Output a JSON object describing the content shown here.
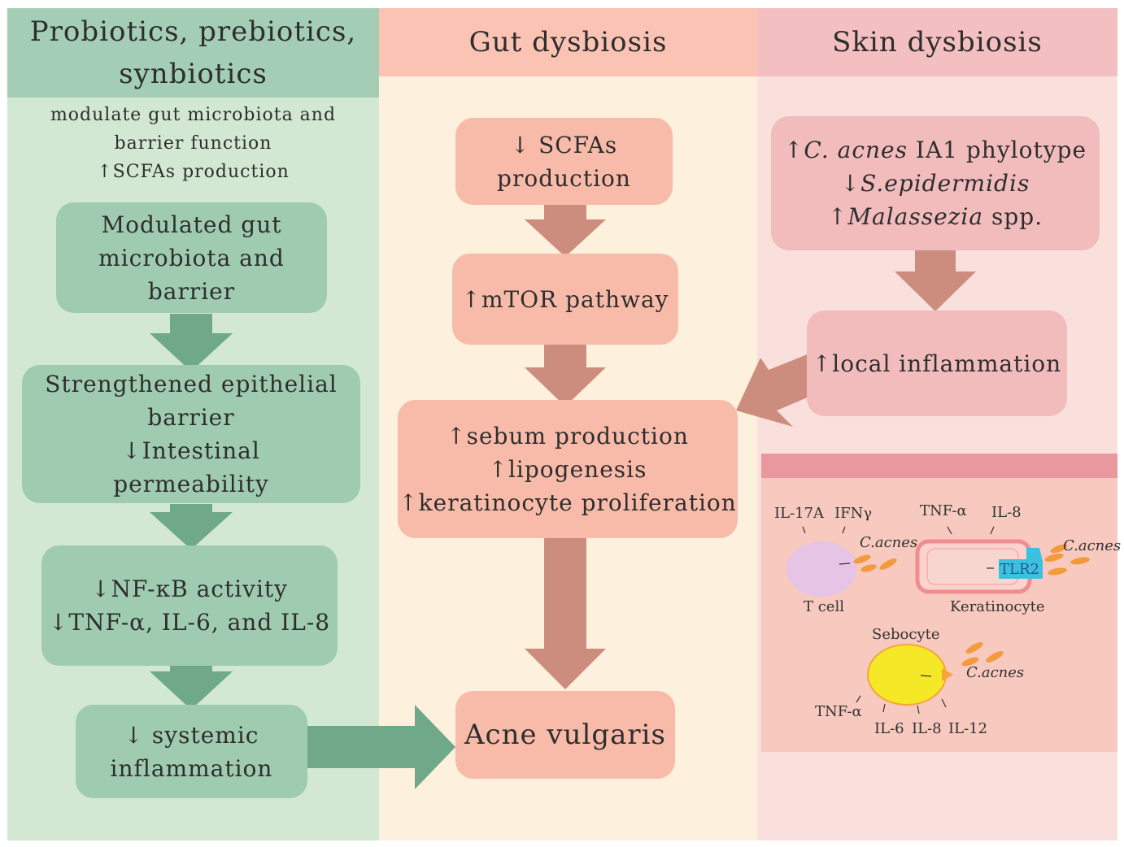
{
  "columns": {
    "probiotics": {
      "title": "Probiotics, prebiotics, synbiotics",
      "title_lines": [
        "Probiotics, prebiotics,",
        "synbiotics"
      ],
      "note_lines": [
        "modulate gut microbiota and",
        "barrier function",
        "↑SCFAs production"
      ],
      "boxes": [
        {
          "lines": [
            "Modulated gut",
            "microbiota and",
            "barrier"
          ]
        },
        {
          "lines": [
            "Strengthened epithelial",
            "barrier",
            "↓Intestinal",
            "permeability"
          ]
        },
        {
          "lines": [
            "↓NF-κB activity",
            "↓TNF-α, IL-6, and IL-8"
          ]
        },
        {
          "lines": [
            "↓ systemic",
            "inflammation"
          ]
        }
      ]
    },
    "gut": {
      "title": "Gut dysbiosis",
      "boxes": [
        {
          "lines": [
            "↓ SCFAs",
            "production"
          ]
        },
        {
          "lines": [
            "↑mTOR pathway"
          ]
        },
        {
          "lines": [
            "↑sebum production",
            "↑lipogenesis",
            "↑keratinocyte proliferation"
          ]
        },
        {
          "lines": [
            "Acne vulgaris"
          ]
        }
      ]
    },
    "skin": {
      "title": "Skin dysbiosis",
      "box1": {
        "line1_prefix": "↑",
        "line1_species": "C. acnes",
        "line1_suffix": " IA1 phylotype",
        "line2_prefix": "↓",
        "line2_species": "S.epidermidis",
        "line3_prefix": "↑",
        "line3_species": "Malassezia",
        "line3_suffix": " spp."
      },
      "box2": {
        "lines": [
          "↑local inflammation"
        ]
      }
    }
  },
  "illustration": {
    "tcell_cytokines": [
      "IL-17A",
      "IFNγ"
    ],
    "tcell_label": "T cell",
    "kerat_cytokines": [
      "TNF-α",
      "IL-8"
    ],
    "kerat_label": "Keratinocyte",
    "receptor_label": "TLR2",
    "bacteria_label": "C.acnes",
    "sebocyte_label": "Sebocyte",
    "sebocyte_cytokines": [
      "TNF-α",
      "IL-6",
      "IL-8",
      "IL-12"
    ]
  },
  "colors": {
    "green_arrow": "#6fa98a",
    "pink_arrow": "#cc8d7f",
    "bacteria": "#f39a3c",
    "tlr2": "#3cc0e0",
    "tcell": "#e6c4e6",
    "sebocyte": "#f5e826"
  }
}
